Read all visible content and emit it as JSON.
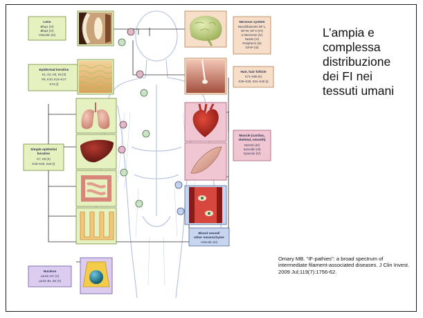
{
  "slide": {
    "title_lines": [
      "L’ampia e",
      "complessa",
      "distribuzione",
      "dei FI nei",
      "tessuti umani"
    ],
    "citation": "Omary MB. \"IF-pathies\": a broad spectrum of intermediate filament-associated diseases. J Clin Invest. 2009 Jul;119(7):1756-62."
  },
  "figure": {
    "lens": {
      "title": "Lens",
      "lines": [
        "Bfsp1 (VI)",
        "Bfsp2 (VI)",
        "Vimentin (III)"
      ]
    },
    "epidermal": {
      "title": "Epidermal keratins",
      "lines": [
        "K1, K2, K5, K6 (II)",
        "K9, K10, K14–K17",
        "K74 (I)"
      ]
    },
    "simple_epithelial": {
      "title": "Simple epithelial",
      "lines": [
        "keratins",
        "K7, K8 (II)",
        "K18–K20, K23 (I)"
      ]
    },
    "nucleus": {
      "title": "Nucleus",
      "lines": [
        "Lamin A/C (V)",
        "Lamin B1, B2 (V)"
      ]
    },
    "nervous": {
      "title": "Nervous system",
      "lines": [
        "Neurofilaments NF-L,",
        "NF-M, NF-H (IV)",
        "α-Internexin (IV)",
        "Nestin (VI)",
        "Peripherin (III)",
        "GFAP (III)"
      ]
    },
    "hair": {
      "title": "Hair, hair follicle",
      "lines": [
        "K71–K86 (II)",
        "K25–K28, K31–K40 (I)"
      ]
    },
    "muscle": {
      "title": "Muscle (cardiac,",
      "lines": [
        "skeletal, smooth)",
        "Desmin (III)",
        "Syncoilin (III)",
        "Synemin (IV)"
      ]
    },
    "vessel": {
      "title": "Blood vessel/",
      "lines": [
        "other mesenchyme",
        "Vimentin (III)"
      ]
    }
  }
}
